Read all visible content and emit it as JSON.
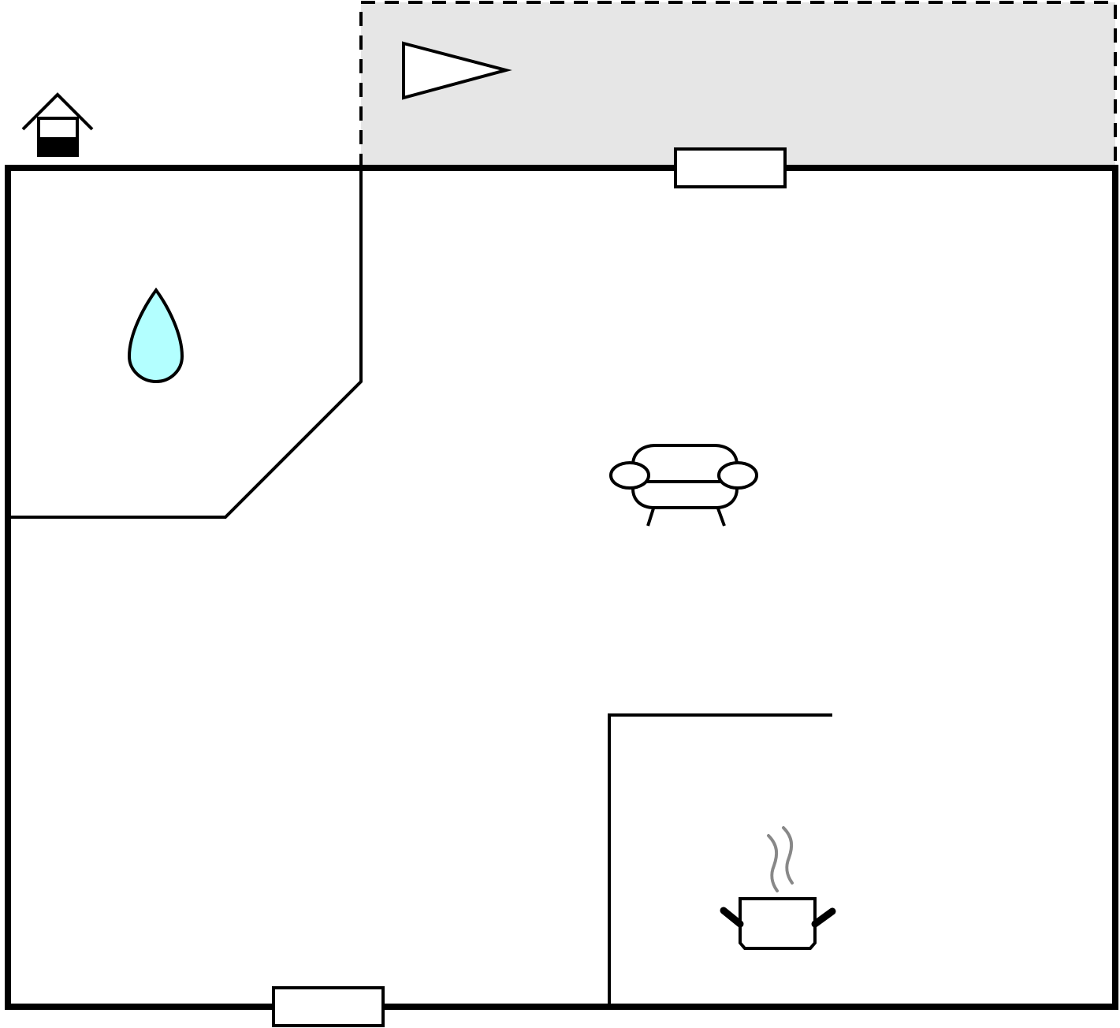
{
  "floorplan": {
    "rooms": [
      {
        "name": "bathroom",
        "icon": "water-drop-icon"
      },
      {
        "name": "living-room",
        "icon": "sofa-icon"
      },
      {
        "name": "kitchen",
        "icon": "cooking-pot-icon"
      },
      {
        "name": "terrace",
        "icon": "terrace-flag-icon"
      }
    ],
    "entrance_icon": "house-entrance-icon",
    "openings": [
      "top-window",
      "bottom-window"
    ],
    "colors": {
      "wall": "#000000",
      "terrace_fill": "#e6e6e6",
      "water_drop": "#b3ffff",
      "steam": "#888888",
      "background": "#ffffff"
    }
  }
}
